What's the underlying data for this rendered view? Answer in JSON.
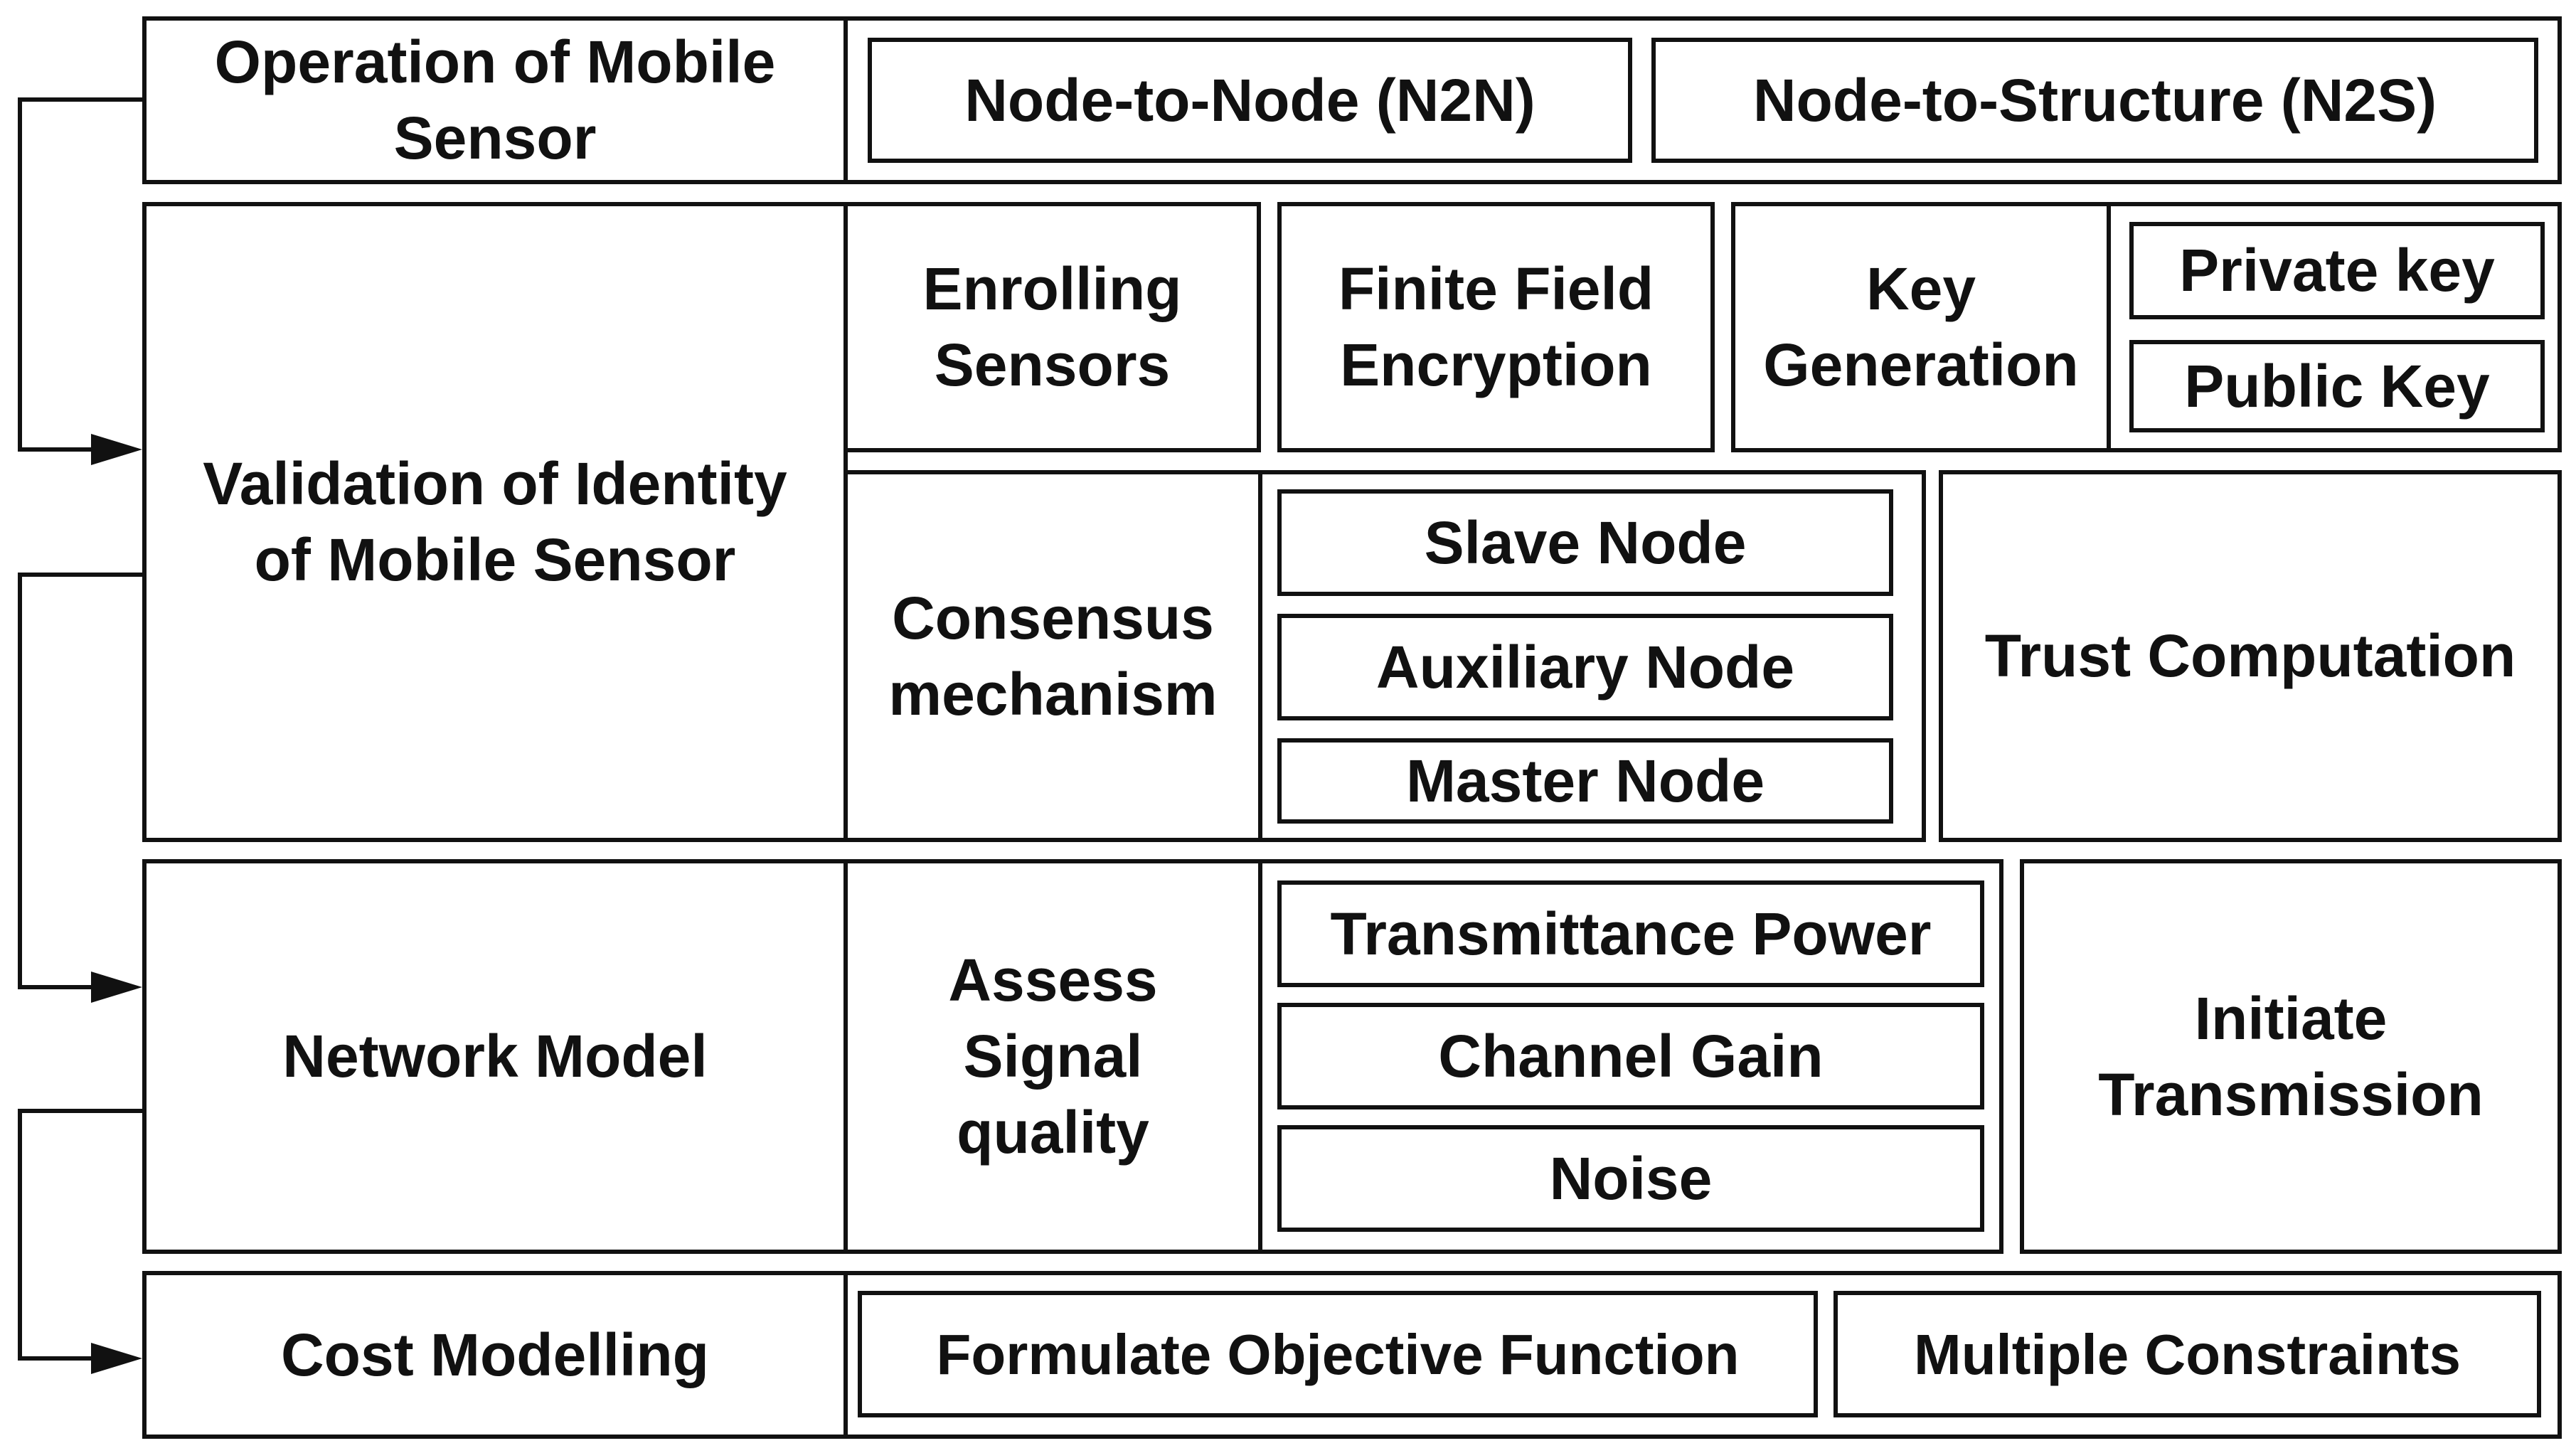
{
  "rows": [
    {
      "label": "Operation of Mobile\nSensor",
      "items": [
        "Node-to-Node (N2N)",
        "Node-to-Structure (N2S)"
      ]
    },
    {
      "label": "Validation of Identity\nof Mobile Sensor",
      "items": {
        "enrolling": "Enrolling\nSensors",
        "finite_field": "Finite Field\nEncryption",
        "key_generation": "Key\nGeneration",
        "private_key": "Private key",
        "public_key": "Public Key",
        "consensus": "Consensus\nmechanism",
        "slave_node": "Slave Node",
        "auxiliary_node": "Auxiliary Node",
        "master_node": "Master Node",
        "trust": "Trust Computation"
      }
    },
    {
      "label": "Network Model",
      "items": {
        "assess": "Assess\nSignal\nquality",
        "transmittance": "Transmittance Power",
        "channel_gain": "Channel Gain",
        "noise": "Noise",
        "initiate": "Initiate\nTransmission"
      }
    },
    {
      "label": "Cost Modelling",
      "items": [
        "Formulate Objective Function",
        "Multiple Constraints"
      ]
    }
  ],
  "colors": {
    "stroke": "#111111",
    "background": "#ffffff"
  }
}
